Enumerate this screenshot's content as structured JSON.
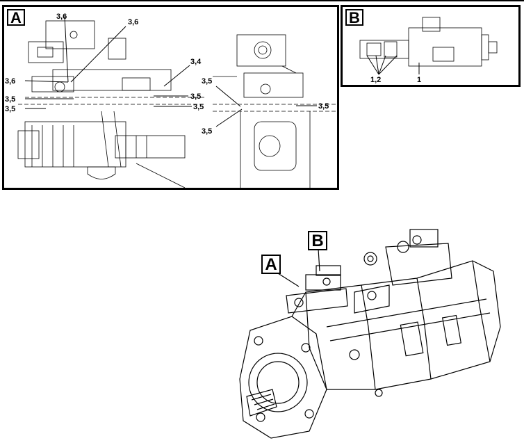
{
  "panel_a": {
    "letter": "A",
    "labels": {
      "l1": "3,6",
      "l2": "3,6",
      "l3": "3,6",
      "l4": "3,4",
      "l5": "3,5",
      "l6": "3,5",
      "l7": "3,5",
      "l8": "3,5",
      "l9": "3,5",
      "l10": "3,5",
      "l11": "3,5"
    }
  },
  "panel_b": {
    "letter": "B",
    "labels": {
      "l1": "1,2",
      "l2": "1"
    }
  },
  "main_view": {
    "callout_a": "A",
    "callout_b": "B"
  }
}
